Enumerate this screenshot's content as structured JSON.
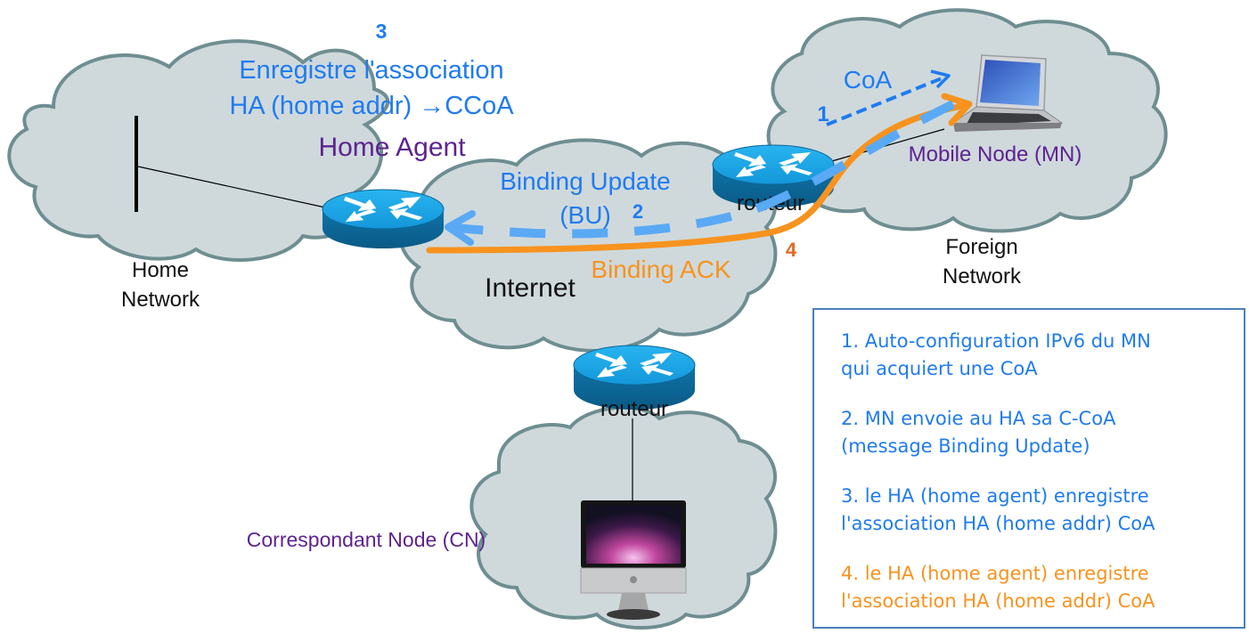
{
  "colors": {
    "blue_text": "#1f7bf0",
    "purple_text": "#5e2390",
    "orange_path": "#f7931e",
    "orange_number": "#e46a1e",
    "dashed_blue": "#5aa9f5",
    "cloud_fill": "#cfd9dc",
    "cloud_stroke": "#6e8e91",
    "router_top": "#19a3e6",
    "router_side": "#0c6697",
    "legend_border": "#4a7fb8"
  },
  "step3_annotation": {
    "number": "3",
    "line1": "Enregistre l'association",
    "line2": "HA (home addr) →CCoA"
  },
  "nodes": {
    "home_agent": {
      "label": "Home Agent",
      "icon": "router-icon"
    },
    "foreign_router": {
      "label": "routeur",
      "icon": "router-icon"
    },
    "cn_router": {
      "label": "routeur",
      "icon": "router-icon"
    },
    "mobile_node": {
      "label": "Mobile Node (MN)",
      "icon": "laptop-icon"
    },
    "correspondent_node": {
      "label": "Correspondant Node (CN)",
      "icon": "desktop-computer-icon"
    }
  },
  "networks": {
    "home": {
      "line1": "Home",
      "line2": "Network"
    },
    "internet": {
      "label": "Internet"
    },
    "foreign": {
      "line1": "Foreign",
      "line2": "Network"
    }
  },
  "arrows": {
    "coa": {
      "label": "CoA",
      "number": "1"
    },
    "binding_update": {
      "line1": "Binding Update",
      "line2": "(BU)",
      "number": "2"
    },
    "binding_ack": {
      "label": "Binding ACK",
      "number": "4"
    }
  },
  "legend": {
    "items": [
      {
        "line1": "1. Auto-configuration IPv6 du MN",
        "line2": "qui acquiert une CoA",
        "color": "blue"
      },
      {
        "line1": "2. MN envoie au HA sa C-CoA",
        "line2": "(message Binding Update)",
        "color": "blue"
      },
      {
        "line1": "3. le HA (home agent) enregistre",
        "line2": "l'association HA (home addr) CoA",
        "color": "blue"
      },
      {
        "line1": "4. le HA (home agent) enregistre",
        "line2": "l'association HA (home addr) CoA",
        "color": "orange"
      }
    ]
  }
}
